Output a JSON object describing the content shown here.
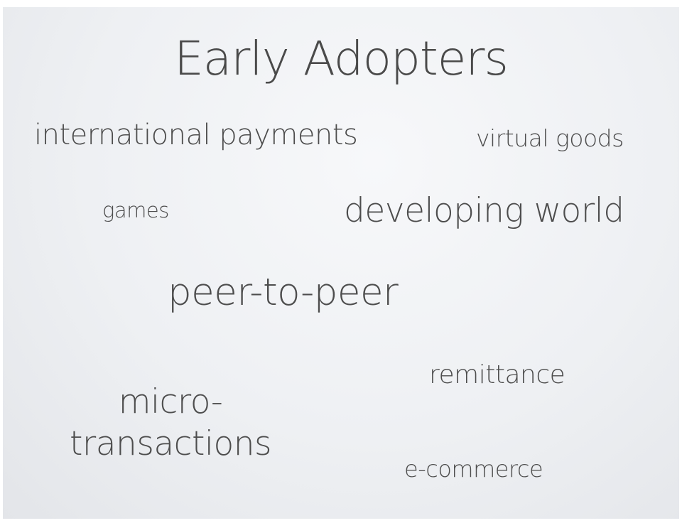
{
  "slide": {
    "title": "Early Adopters",
    "items": {
      "international_payments": "international payments",
      "virtual_goods": "virtual goods",
      "games": "games",
      "developing_world": "developing world",
      "peer_to_peer": "peer-to-peer",
      "remittance": "remittance",
      "micro_line1": "micro-",
      "micro_line2": "transactions",
      "e_commerce": "e-commerce"
    }
  }
}
